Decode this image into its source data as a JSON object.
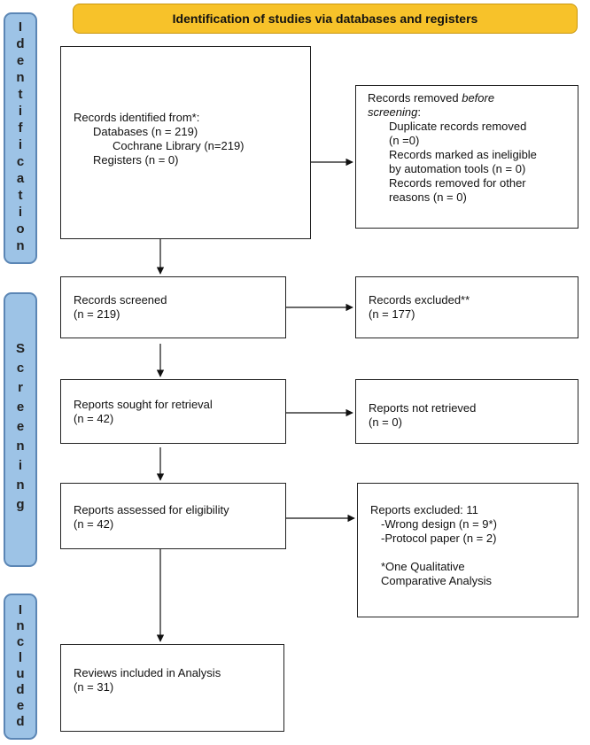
{
  "header": {
    "title": "Identification of studies via databases and registers"
  },
  "phases": {
    "identification": "Identification",
    "screening": "Screening",
    "included": "Included"
  },
  "boxes": {
    "identified": {
      "title": "Records identified from*:",
      "databases": "Databases (n = 219)",
      "cochrane": "Cochrane Library (n=219)",
      "registers": "Registers (n = 0)"
    },
    "removed": {
      "title_prefix": "Records removed ",
      "title_emph": "before",
      "title_emph2": "screening",
      "title_suffix": ":",
      "dup_1": "Duplicate records removed",
      "dup_2": "(n =0)",
      "inel_1": "Records marked as ineligible",
      "inel_2": "by automation tools (n = 0)",
      "other_1": "Records removed for other",
      "other_2": "reasons (n = 0)"
    },
    "screened": {
      "title": "Records screened",
      "count": "(n = 219)"
    },
    "excluded": {
      "title": "Records excluded**",
      "count": "(n = 177)"
    },
    "sought": {
      "title": "Reports sought for retrieval",
      "count": "(n = 42)"
    },
    "not_retrieved": {
      "title": "Reports not retrieved",
      "count": "(n = 0)"
    },
    "assessed": {
      "title": "Reports assessed for eligibility",
      "count": "(n = 42)"
    },
    "reports_excluded": {
      "title": "Reports excluded: 11",
      "wrong_design": "-Wrong design (n = 9*)",
      "protocol": "-Protocol paper (n = 2)",
      "note_1": "*One Qualitative",
      "note_2": "Comparative Analysis"
    },
    "included": {
      "title": "Reviews included in Analysis",
      "count": "(n = 31)"
    }
  }
}
